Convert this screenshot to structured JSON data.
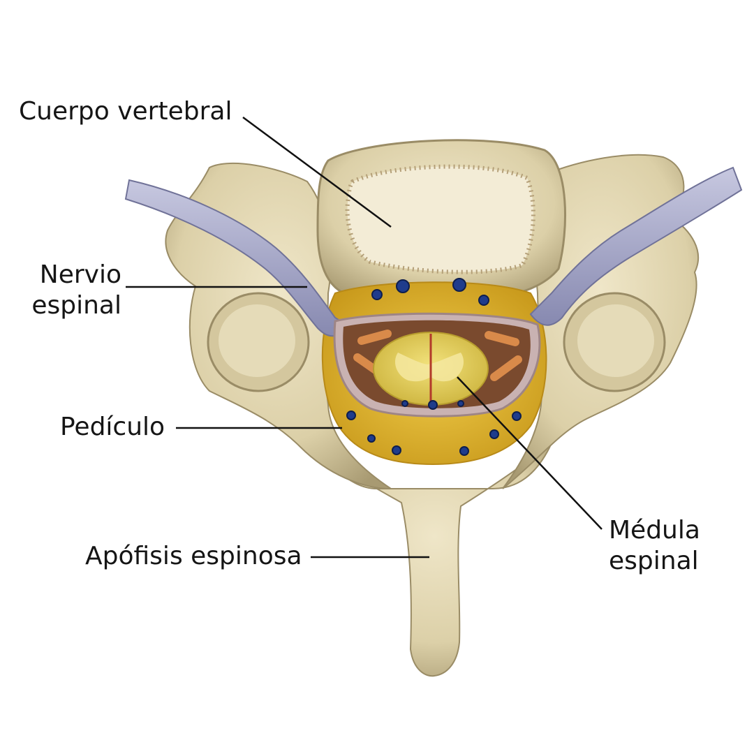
{
  "labels": {
    "vertebral_body": "Cuerpo vertebral",
    "spinal_nerve": [
      "Nervio",
      "espinal"
    ],
    "pedicle": "Pedículo",
    "spinous_process": "Apófisis espinosa",
    "spinal_cord": [
      "Médula",
      "espinal"
    ]
  },
  "colors": {
    "bone": "#dcd0a8",
    "bone_shadow": "#a89a72",
    "bone_highlight": "#efe6c8",
    "cancellous": "#f3ecd6",
    "nerve": "#9b9cc0",
    "nerve_light": "#c7c8e0",
    "epidural_fat": "#e3b730",
    "dura": "#c9b2b2",
    "csf_space": "#7a4a2e",
    "spinal_cord": "#e9d86a",
    "gray_matter": "#f4e8a0",
    "vessel_blue": "#1f3c8c",
    "leader_line": "#111111"
  }
}
